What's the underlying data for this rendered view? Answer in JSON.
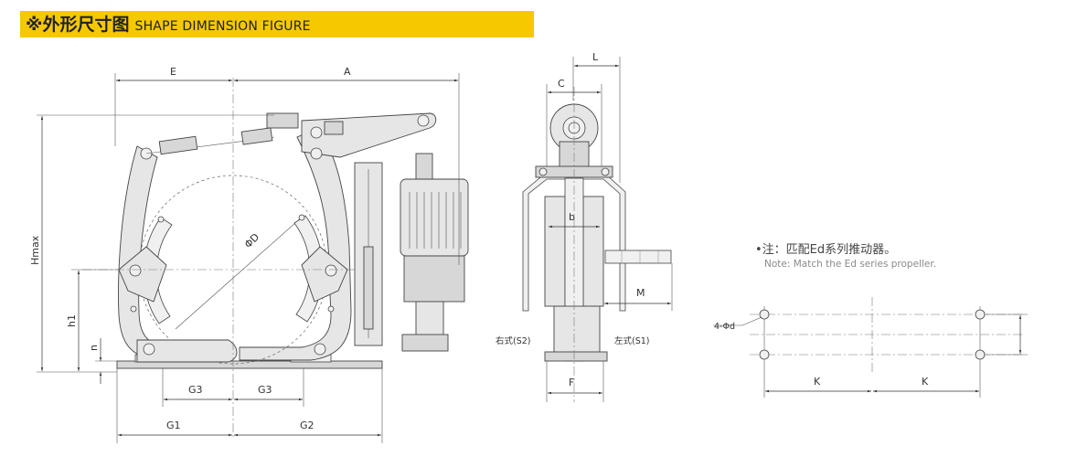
{
  "header": {
    "title_cn": "※外形尺寸图",
    "title_en": "SHAPE DIMENSION FIGURE",
    "band_color": "#f5c800"
  },
  "labels": {
    "E": "E",
    "A": "A",
    "Hmax": "Hmax",
    "h1": "h1",
    "n": "n",
    "D": "ΦD",
    "G1": "G1",
    "G2": "G2",
    "G3": "G3",
    "L": "L",
    "C": "C",
    "b": "b",
    "M": "M",
    "F": "F",
    "right_type": "右式(S2)",
    "left_type": "左式(S1)",
    "hole": "4-Φd",
    "K": "K"
  },
  "note": {
    "cn": "•注：匹配Ed系列推动器。",
    "en": "Note: Match the Ed series propeller."
  }
}
